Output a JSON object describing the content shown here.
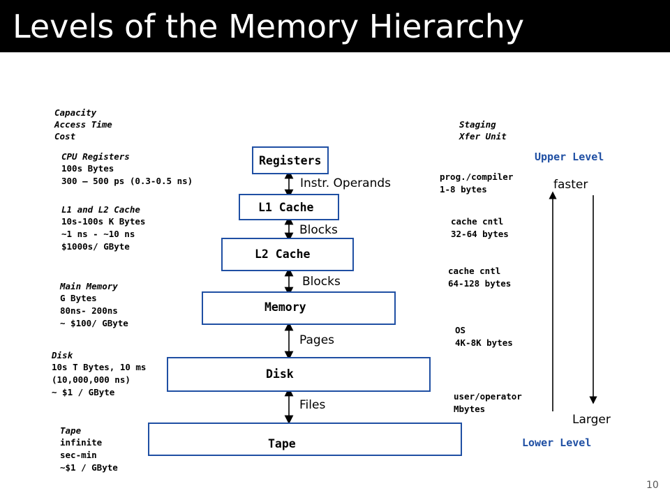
{
  "title": "Levels of the Memory Hierarchy",
  "left_header": [
    "Capacity",
    "Access Time",
    "Cost"
  ],
  "right_header": [
    "Staging",
    "Xfer Unit"
  ],
  "levels": [
    {
      "box": "Registers",
      "desc_title": "CPU Registers",
      "desc_lines": [
        "100s Bytes",
        "300 – 500 ps (0.3-0.5 ns)"
      ],
      "xfer": [
        "prog./compiler",
        "1-8 bytes"
      ],
      "link_label": "Instr. Operands"
    },
    {
      "box": "L1 Cache",
      "desc_title": "L1 and L2 Cache",
      "desc_lines": [
        "10s-100s K Bytes",
        "~1 ns - ~10 ns",
        "$1000s/ GByte"
      ],
      "xfer": [
        "cache cntl",
        "32-64 bytes"
      ],
      "link_label": "Blocks"
    },
    {
      "box": "L2 Cache",
      "xfer": [
        "cache cntl",
        "64-128 bytes"
      ],
      "link_label": "Blocks"
    },
    {
      "box": "Memory",
      "desc_title": "Main Memory",
      "desc_lines": [
        "G Bytes",
        "80ns- 200ns",
        "~ $100/ GByte"
      ],
      "xfer": [
        "OS",
        "4K-8K bytes"
      ],
      "link_label": "Pages"
    },
    {
      "box": "Disk",
      "desc_title": "Disk",
      "desc_lines": [
        "10s T Bytes, 10 ms",
        "(10,000,000 ns)",
        "~ $1 / GByte"
      ],
      "xfer": [
        "user/operator",
        "Mbytes"
      ],
      "link_label": "Files"
    },
    {
      "box": "Tape",
      "desc_title": "Tape",
      "desc_lines": [
        "infinite",
        "sec-min",
        "~$1 / GByte"
      ]
    }
  ],
  "upper_level": "Upper Level",
  "lower_level": "Lower Level",
  "faster": "faster",
  "larger": "Larger",
  "page_number": "10",
  "colors": {
    "box_border": "#1f4fa3",
    "level_text": "#1f4fa3",
    "title_bar": "#000000"
  }
}
